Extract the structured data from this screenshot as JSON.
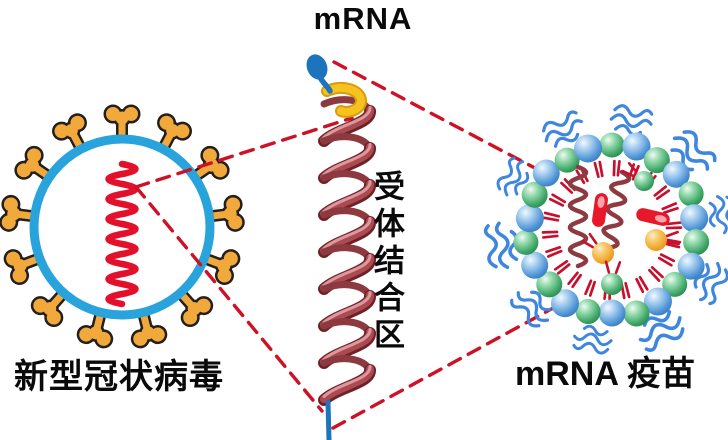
{
  "figure": {
    "labels": {
      "mrna_top": "mRNA",
      "receptor_binding_region": "受体结合区",
      "virus": "新型冠状病毒",
      "vaccine": "mRNA 疫苗"
    },
    "colors": {
      "background": "#FFFFFF",
      "text": "#0A0A0A",
      "virus_membrane_blue": "#29A3DC",
      "spike_orange": "#F2A93C",
      "spike_outline": "#241F1C",
      "viral_rna_red": "#E3102B",
      "callout_dash_red": "#CE1126",
      "helix_face": "#AC4A52",
      "helix_shadow": "#6E2228",
      "helix_highlight": "#DC989C",
      "helix_back": "#8C3A40",
      "cap_yellow": "#F6C21E",
      "cap_yellow_dark": "#D99B12",
      "cap_blue": "#1C75BC",
      "lipid_green": "#3DA565",
      "lipid_blue": "#4E93D6",
      "peg_squiggle_blue": "#3E86DE",
      "lipid_tail_red": "#C8102E",
      "vaccine_mrna_maroon": "#8E3A40",
      "pill_red": "#E8182B",
      "inner_orange_ball": "#F0A42B"
    },
    "virus": {
      "spike_count": 13
    },
    "vaccine": {
      "shell_sphere_count": 22,
      "peg_cluster_count": 10,
      "shell_tail_count": 44
    }
  }
}
